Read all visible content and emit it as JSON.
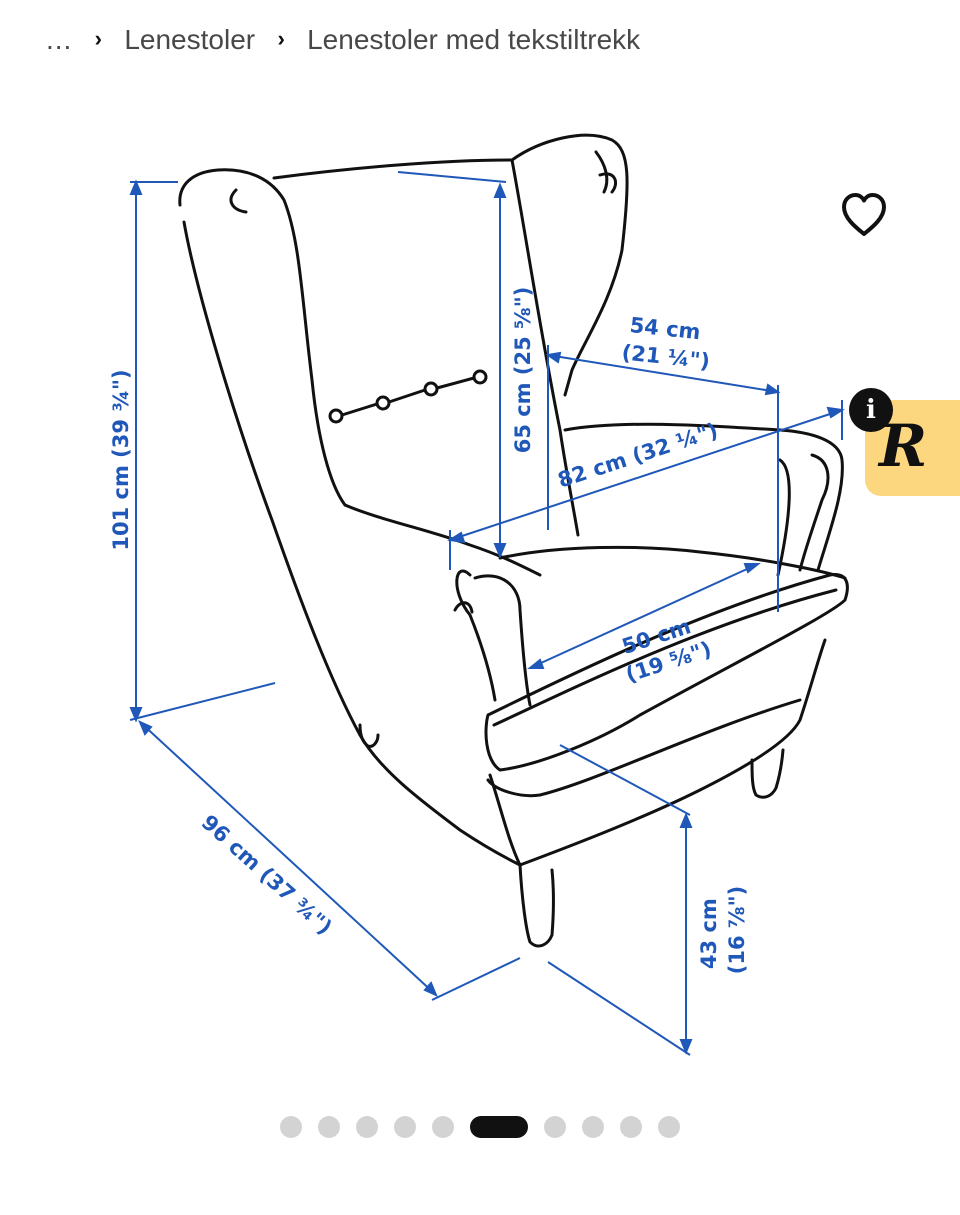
{
  "breadcrumb": {
    "ellipsis": "...",
    "items": [
      {
        "label": "Lenestoler"
      },
      {
        "label": "Lenestoler med tekstiltrekk"
      }
    ],
    "separator": "›"
  },
  "image": {
    "dimensions": [
      {
        "metric": "101 cm",
        "imperial": "(39 ¾\")"
      },
      {
        "metric": "65 cm",
        "imperial": "(25 ⅝\")"
      },
      {
        "metric": "54 cm",
        "imperial": "(21 ¼\")"
      },
      {
        "metric": "82 cm",
        "imperial": "(32 ¼\")"
      },
      {
        "metric": "50 cm",
        "imperial": "(19 ⅝\")"
      },
      {
        "metric": "96 cm",
        "imperial": "(37 ¾\")"
      },
      {
        "metric": "43 cm",
        "imperial": "(16 ⅞\")"
      }
    ],
    "dimension_color": "#1f58b8"
  },
  "favorite": {
    "icon": "heart-outline-icon"
  },
  "extension": {
    "logo": "R",
    "info": "i",
    "tab_color": "#fcd780"
  },
  "carousel": {
    "total": 10,
    "active": 6
  }
}
